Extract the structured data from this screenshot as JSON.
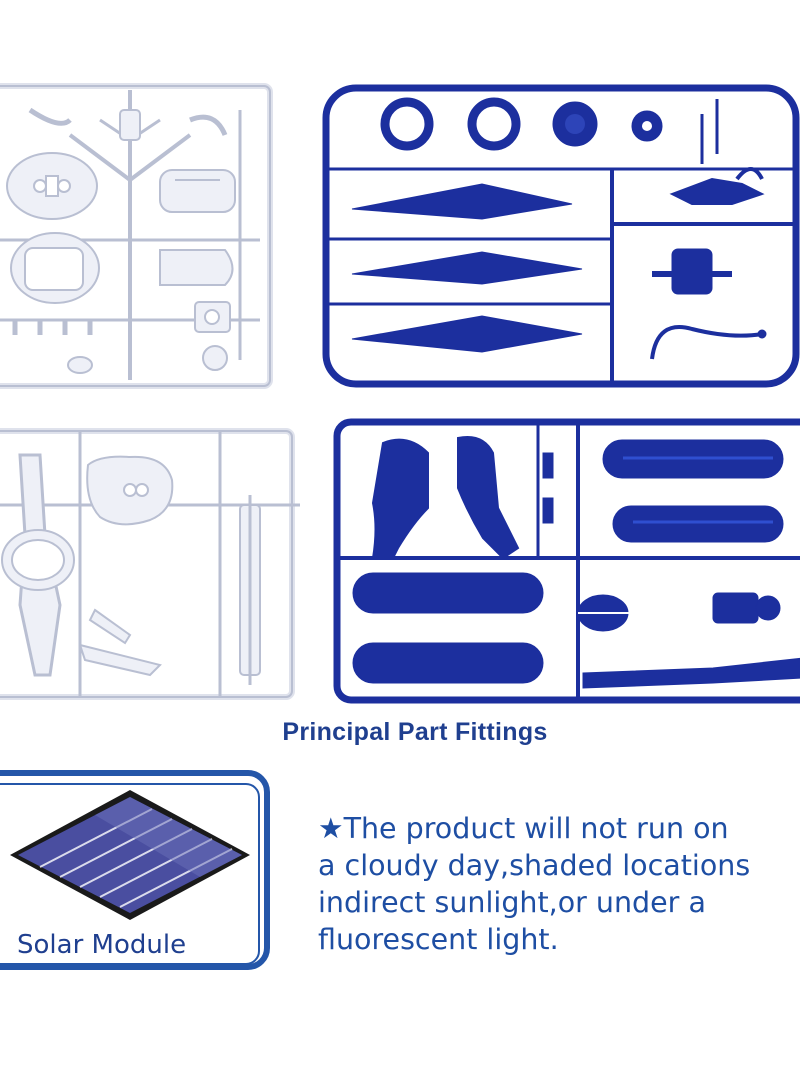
{
  "caption": "Principal Part Fittings",
  "solar_module_label": "Solar Module",
  "notice": {
    "star": "★",
    "lines": [
      "The product will not run on",
      "a cloudy day,shaded locations",
      "indirect sunlight,or under a",
      "fluorescent light."
    ]
  },
  "colors": {
    "blue_parts": "#1c2f9e",
    "white_parts": "#eef0f7",
    "white_outline": "#b9bfd2",
    "text_blue": "#1e4ea3",
    "frame_blue": "#2456a9"
  },
  "icons": [
    "star-icon",
    "solar-panel-icon"
  ]
}
